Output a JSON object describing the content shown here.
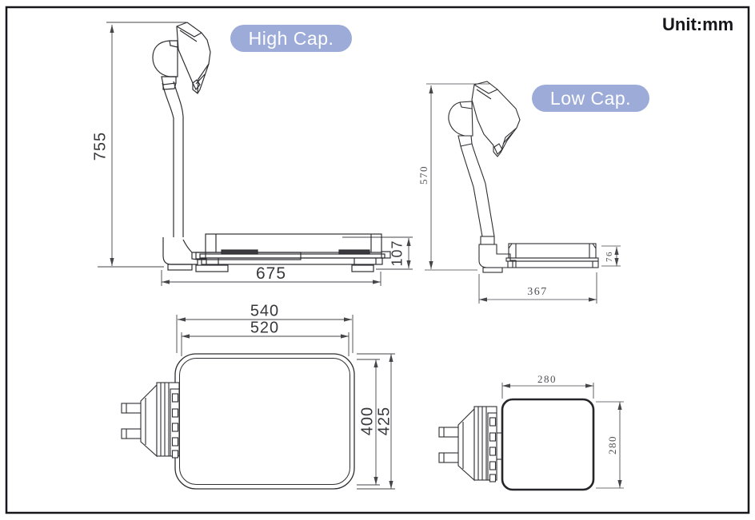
{
  "unit_label": "Unit:mm",
  "badges": {
    "high": "High Cap.",
    "low": "Low Cap."
  },
  "colors": {
    "badge_bg": "#9dabd9",
    "badge_text": "#ffffff",
    "line": "#2f2f33",
    "dim_line": "#45454a",
    "dim_text": "#38383c",
    "serif_dim_text": "#505055",
    "frame": "#17171b"
  },
  "dimensions": {
    "high_side": {
      "overall_height": "755",
      "overall_depth": "675",
      "platform_height": "107"
    },
    "low_side": {
      "overall_height": "570",
      "overall_depth": "367",
      "platform_height": "76"
    },
    "high_top": {
      "overall_width": "540",
      "platter_width": "520",
      "platter_depth": "400",
      "overall_depth": "425"
    },
    "low_top": {
      "platter_width": "280",
      "platter_depth": "280"
    }
  }
}
